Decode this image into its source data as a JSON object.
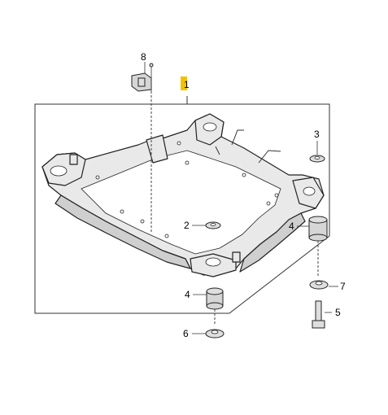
{
  "diagram": {
    "callouts": {
      "c1": "1",
      "c2": "2",
      "c3": "3",
      "c4a": "4",
      "c4b": "4",
      "c5": "5",
      "c6": "6",
      "c7": "7",
      "c8": "8"
    },
    "colors": {
      "highlight": "#f2c200",
      "line": "#222222",
      "fill": "#e9e9e9"
    }
  }
}
